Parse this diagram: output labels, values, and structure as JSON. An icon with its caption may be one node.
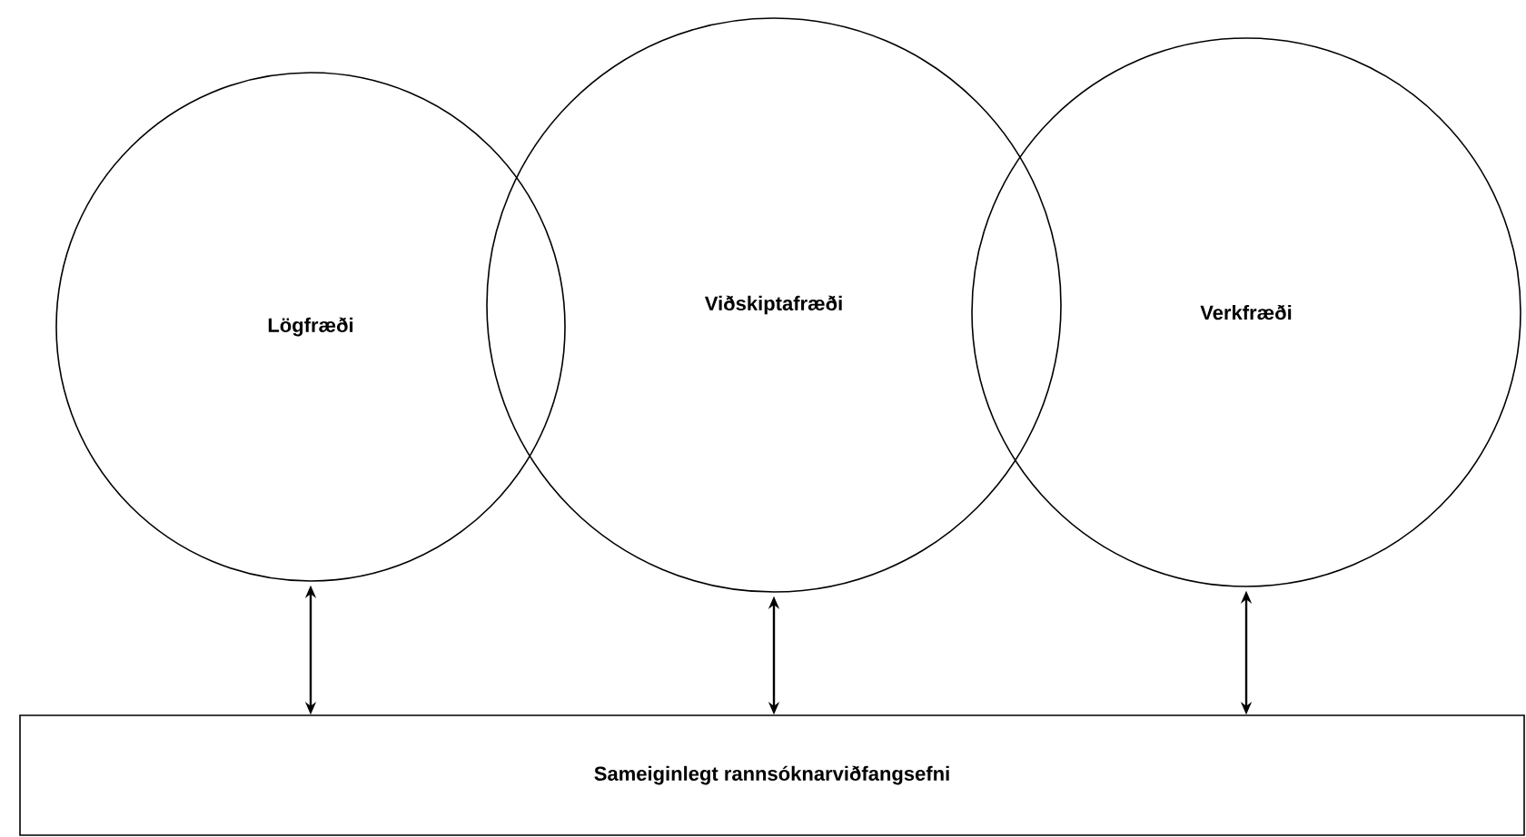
{
  "diagram": {
    "nodes": [
      {
        "text": [
          "Lögfræði"
        ]
      },
      {
        "text": [
          "Viðskiptafræði"
        ]
      },
      {
        "text": [
          "Verkfræði"
        ]
      },
      {
        "text": [
          "Sameiginlegt rannsóknarviðfangsefni"
        ]
      }
    ],
    "edges": [
      {
        "from": 0,
        "to": 3,
        "arrow": "both"
      },
      {
        "from": 1,
        "to": 3,
        "arrow": "both"
      },
      {
        "from": 2,
        "to": 3,
        "arrow": "both"
      }
    ]
  }
}
